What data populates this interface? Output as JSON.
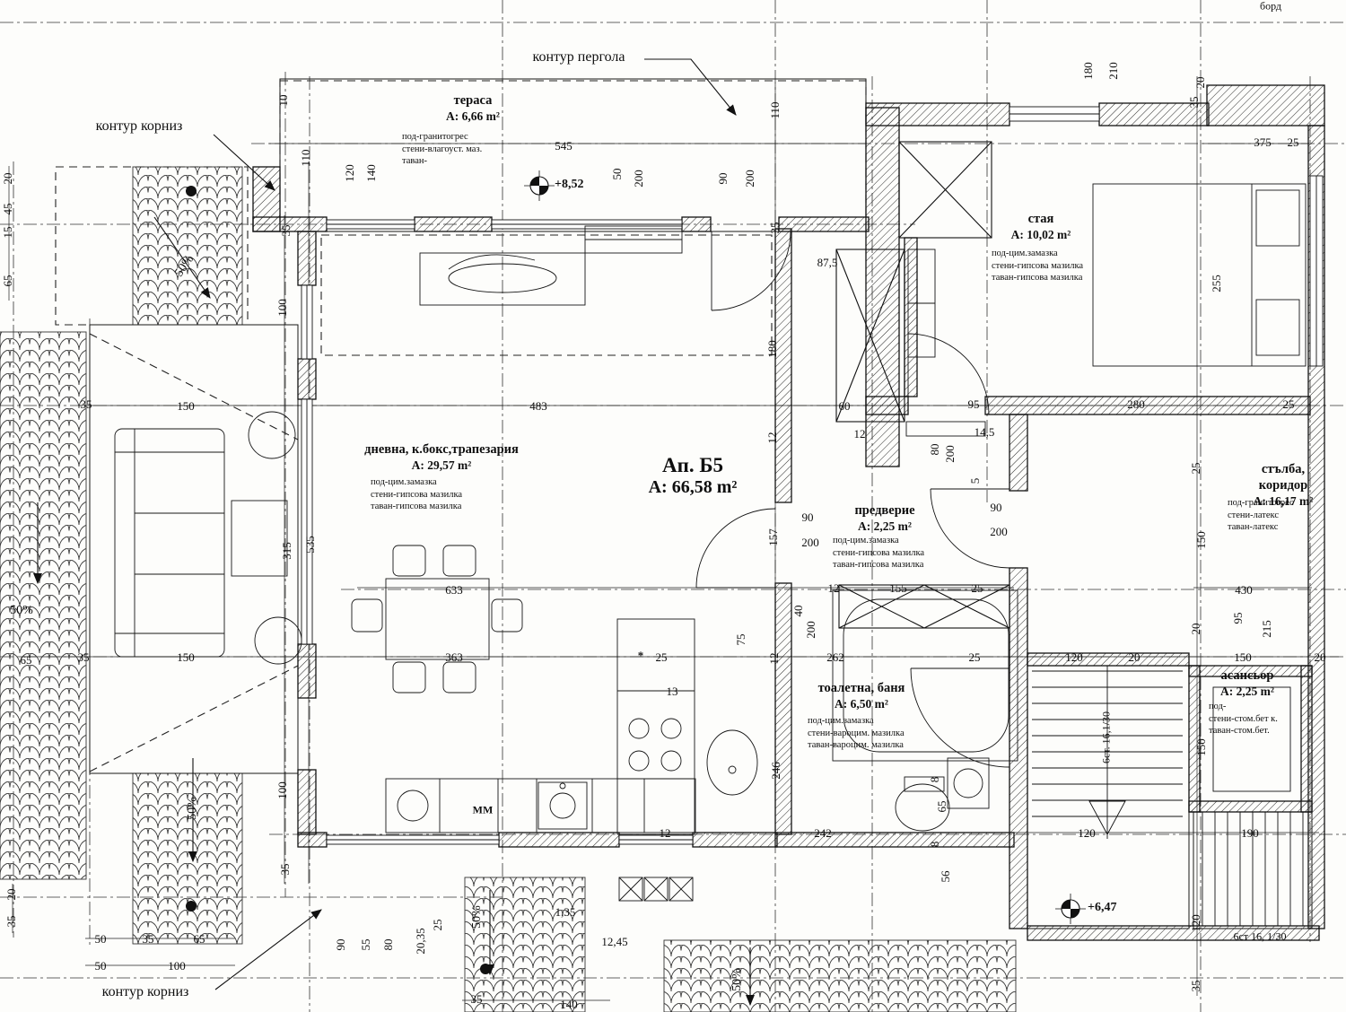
{
  "apartment": {
    "label": "Ап. Б5",
    "area": "А: 66,58 m²"
  },
  "annotations": {
    "pergola": "контур пергола",
    "cornice_top": "контур корниз",
    "cornice_bottom": "контур корниз",
    "bord": "борд",
    "mm": "ММ",
    "asterisk": "*"
  },
  "levels": {
    "terrace": "+8,52",
    "stairs": "+6,47"
  },
  "stairs": {
    "flight_upper": "6ст. 16,1/30",
    "flight_lower": "6ст 16, 1/30"
  },
  "slopes": [
    "50%",
    "50%",
    "50%",
    "50%",
    "50%"
  ],
  "rooms": {
    "terasa": {
      "name": "тераса",
      "area": "А: 6,66 m²",
      "f1": "под-гранитогрес",
      "f2": "стени-влагоуст. маз.",
      "f3": "таван-"
    },
    "staya": {
      "name": "стая",
      "area": "А: 10,02 m²",
      "f1": "под-цим.замазка",
      "f2": "стени-гипсова мазилка",
      "f3": "таван-гипсова мазилка"
    },
    "dnevna": {
      "name": "дневна, к.бокс,трапезария",
      "area": "А: 29,57 m²",
      "f1": "под-цим.замазка",
      "f2": "стени-гипсова мазилка",
      "f3": "таван-гипсова мазилка"
    },
    "predverie": {
      "name": "предверие",
      "area": "А: 2,25 m²",
      "f1": "под-цим.замазка",
      "f2": "стени-гипсова мазилка",
      "f3": "таван-гипсова мазилка"
    },
    "toaletna": {
      "name": "тоалетна, баня",
      "area": "А: 6,50 m²",
      "f1": "под-цим.замазка",
      "f2": "стени-вароцим. мазилка",
      "f3": "таван-вароцим. мазилка"
    },
    "stalba": {
      "name": "стълба, коридор",
      "area": "А: 16,17 m²",
      "f1": "под-гранитогрес",
      "f2": "стени-латекс",
      "f3": "таван-латекс"
    },
    "asansior": {
      "name": "асансьор",
      "area": "А: 2,25 m²",
      "f1": "под-",
      "f2": "стени-стом.бет к.",
      "f3": "таван-стом.бет."
    }
  },
  "dims": [
    "10",
    "110",
    "120",
    "140",
    "545",
    "50",
    "200",
    "90",
    "200",
    "110",
    "35",
    "180",
    "87,5",
    "180",
    "210",
    "20",
    "35",
    "375",
    "25",
    "255",
    "35",
    "150",
    "483",
    "60",
    "12",
    "95",
    "14,5",
    "280",
    "25",
    "80",
    "200",
    "5",
    "90",
    "200",
    "90",
    "200",
    "157",
    "100",
    "35",
    "535",
    "315",
    "633",
    "12",
    "155",
    "25",
    "430",
    "95",
    "215",
    "20",
    "25",
    "150",
    "363",
    "150",
    "65",
    "35",
    "25",
    "13",
    "75",
    "200",
    "40",
    "12",
    "262",
    "25",
    "120",
    "20",
    "150",
    "20",
    "246",
    "8",
    "65",
    "8",
    "56",
    "242",
    "12",
    "120",
    "190",
    "100",
    "35",
    "50",
    "35",
    "65",
    "50",
    "100",
    "90",
    "55",
    "80",
    "20,35",
    "25",
    "1,35",
    "12,45",
    "35",
    "140",
    "20",
    "45",
    "15",
    "65",
    "20",
    "35",
    "120",
    "35",
    "150",
    "12"
  ]
}
